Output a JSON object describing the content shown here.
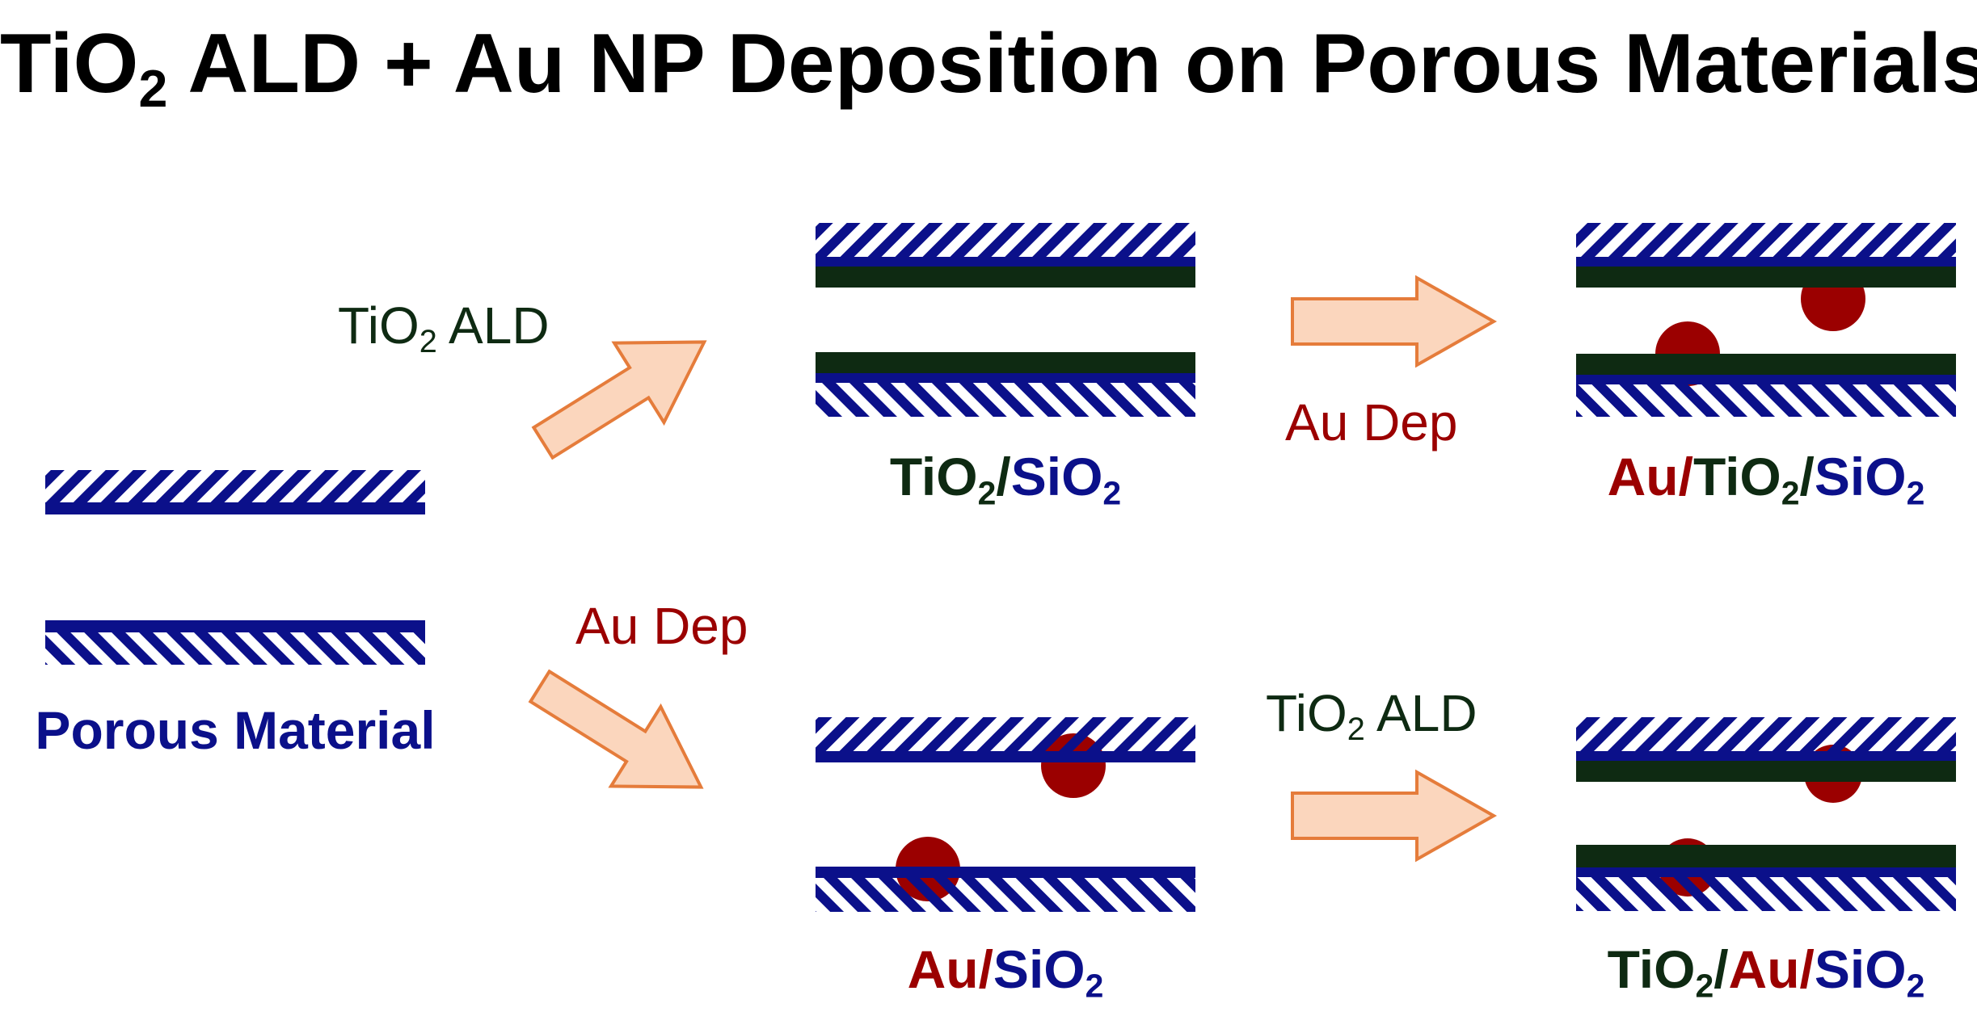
{
  "title": {
    "main": "TiO",
    "sub": "2",
    "rest": " ALD + Au NP Deposition on Porous Materials"
  },
  "colors": {
    "silica": "#0b108a",
    "titania": "#0e2a12",
    "gold": "#9b0000",
    "arrow_fill": "#fbd6bd",
    "arrow_stroke": "#e57c3b"
  },
  "labels": {
    "porous_material": "Porous Material",
    "step_tio2_ald_top": {
      "a": "TiO",
      "sub": "2",
      "b": " ALD"
    },
    "step_au_dep_bottom": "Au Dep",
    "step_au_dep_right": "Au Dep",
    "step_tio2_ald_right": {
      "a": "TiO",
      "sub": "2",
      "b": " ALD"
    }
  },
  "samples": {
    "tio2_sio2": {
      "tio": "TiO",
      "s1": "2",
      "slash": "/",
      "sio": "SiO",
      "s2": "2"
    },
    "au_tio2_sio2": {
      "au": "Au",
      "slash1": "/",
      "tio": "TiO",
      "s1": "2",
      "slash2": "/",
      "sio": "SiO",
      "s2": "2"
    },
    "au_sio2": {
      "au": "Au",
      "slash": "/",
      "sio": "SiO",
      "s2": "2"
    },
    "tio2_au_sio2": {
      "tio": "TiO",
      "s1": "2",
      "slash1": "/",
      "au": "Au",
      "slash2": "/",
      "sio": "SiO",
      "s2": "2"
    }
  }
}
